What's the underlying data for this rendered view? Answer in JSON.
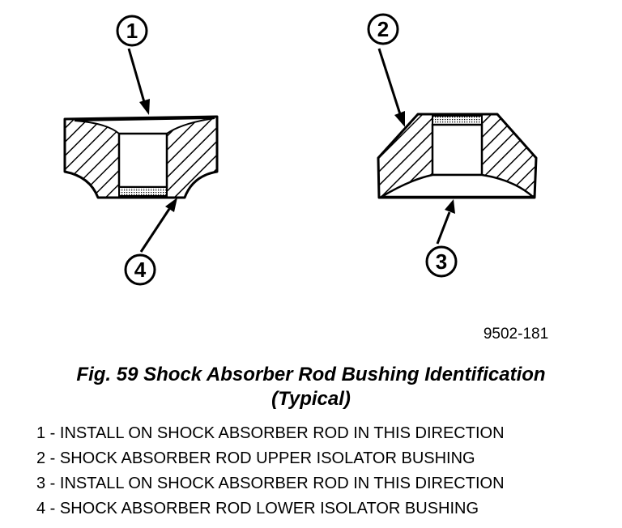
{
  "callouts": [
    "1",
    "2",
    "3",
    "4"
  ],
  "drawing_id": "9502-181",
  "caption": {
    "line1": "Fig. 59 Shock Absorber Rod Bushing Identification",
    "line2": "(Typical)"
  },
  "legend": [
    "1 - INSTALL ON SHOCK ABSORBER ROD IN THIS DIRECTION",
    "2 - SHOCK ABSORBER ROD UPPER ISOLATOR BUSHING",
    "3 - INSTALL ON SHOCK ABSORBER ROD IN THIS DIRECTION",
    "4 - SHOCK ABSORBER ROD LOWER ISOLATOR BUSHING"
  ]
}
